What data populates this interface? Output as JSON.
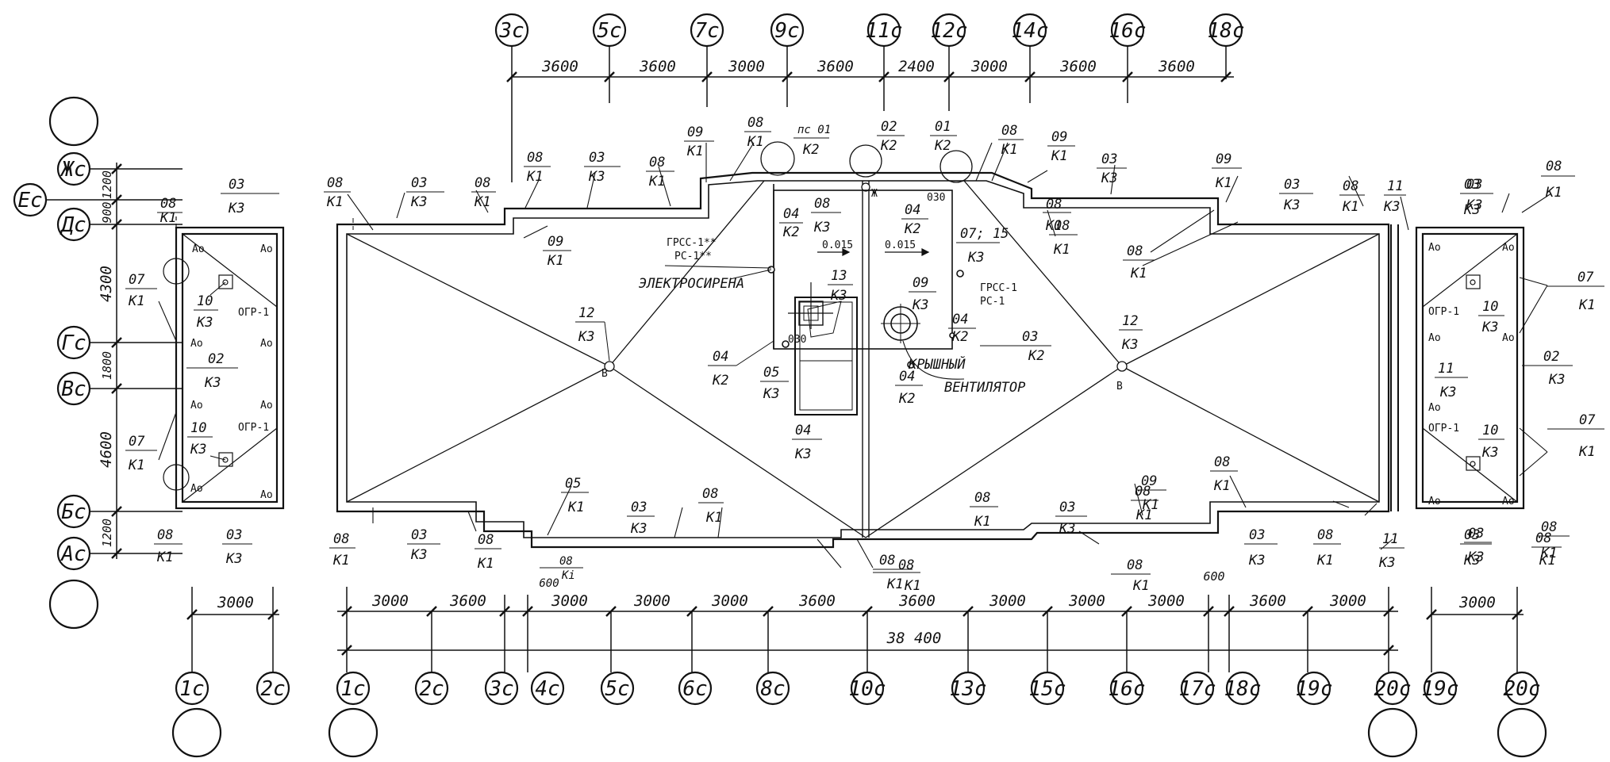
{
  "colors": {
    "ink": "#111111",
    "paper": "#ffffff"
  },
  "top_axes": [
    "3c",
    "5c",
    "7c",
    "9c",
    "11c",
    "12c",
    "14c",
    "16c",
    "18c"
  ],
  "top_dims": [
    "3600",
    "3600",
    "3000",
    "3600",
    "2400",
    "3000",
    "3600",
    "3600"
  ],
  "left_axes": [
    "Жc",
    "Еc",
    "Дc",
    "Гc",
    "Вc",
    "Бc",
    "Аc"
  ],
  "left_dims": [
    "1200",
    "900",
    "4300",
    "1800",
    "4600",
    "1200"
  ],
  "bottom_axes_left": [
    "1c",
    "2c"
  ],
  "bottom_dim_left": "3000",
  "bottom_axes_main": [
    "1c",
    "2c",
    "3c",
    "4c",
    "5c",
    "6c",
    "8c",
    "10c",
    "13c",
    "15c",
    "16c",
    "17c",
    "18c",
    "19c",
    "20c"
  ],
  "bottom_dims_main": [
    "3000",
    "3600",
    "600",
    "3000",
    "3000",
    "3000",
    "3600",
    "3600",
    "3000",
    "3000",
    "3000",
    "600",
    "3600",
    "3000"
  ],
  "bottom_total": "38 400",
  "bottom_axes_right": [
    "19c",
    "20c"
  ],
  "bottom_dim_right": "3000",
  "tags": {
    "t01": [
      "08",
      "К1"
    ],
    "t02": [
      "03",
      "К3"
    ],
    "t03": [
      "08",
      "К1"
    ],
    "t04": [
      "08",
      "К1"
    ],
    "t05": [
      "03",
      "К3"
    ],
    "t06": [
      "08",
      "К1"
    ],
    "t07": [
      "09",
      "К1"
    ],
    "t08": [
      "08",
      "К1"
    ],
    "t09": [
      "пс 01",
      "К2"
    ],
    "t10": [
      "02",
      "К2"
    ],
    "t11": [
      "01",
      "К2"
    ],
    "t12": [
      "08",
      "К1"
    ],
    "t13": [
      "09",
      "К1"
    ],
    "t14": [
      "03",
      "К3"
    ],
    "t15": [
      "09",
      "К1"
    ],
    "t16": [
      "03",
      "К3"
    ],
    "t17": [
      "08",
      "К1"
    ],
    "t18": [
      "11",
      "К3"
    ],
    "t19": [
      "03",
      "К3"
    ],
    "t20": [
      "08",
      "К1"
    ],
    "t21": [
      "09",
      "К1"
    ],
    "t22": [
      "08",
      "К3"
    ],
    "t23": [
      "04",
      "К2"
    ],
    "t24": [
      "04",
      "К2"
    ],
    "t25": [
      "07; 15",
      "К3"
    ],
    "t26": [
      "08",
      "К1"
    ],
    "t27": [
      "08",
      "К1"
    ],
    "t28": [
      "12",
      "К3"
    ],
    "t29": [
      "12",
      "К3"
    ],
    "t30": [
      "13",
      "К3"
    ],
    "t31": [
      "09",
      "К3"
    ],
    "t32": [
      "04",
      "К2"
    ],
    "t33": [
      "05",
      "К3"
    ],
    "t34": [
      "04",
      "К3"
    ],
    "t35": [
      "04",
      "К2"
    ],
    "t36": [
      "04",
      "К2"
    ],
    "t37": [
      "03",
      "К2"
    ],
    "t38": [
      "05",
      "К1"
    ],
    "t39": [
      "03",
      "К3"
    ],
    "t40": [
      "08",
      "К1"
    ],
    "t41": [
      "08",
      "К1"
    ],
    "t42": [
      "03",
      "К3"
    ],
    "t43": [
      "08",
      "К1"
    ],
    "t44": [
      "08",
      "К1"
    ],
    "t45": [
      "08",
      "К1"
    ],
    "t46": [
      "03",
      "К3"
    ],
    "t47": [
      "08",
      "К1"
    ],
    "t48": [
      "09",
      "К1"
    ],
    "t49": [
      "08",
      "К1"
    ],
    "t50": [
      "03",
      "К3"
    ],
    "t51": [
      "08",
      "К1"
    ],
    "t52": [
      "11",
      "К3"
    ],
    "t53": [
      "03",
      "К3"
    ],
    "t54": [
      "08",
      "К1"
    ],
    "t55": [
      "08",
      "Кi"
    ],
    "t56": [
      "08",
      "К1"
    ],
    "t57": [
      "08",
      "К1"
    ],
    "t58": [
      "03",
      "К3"
    ],
    "t59": [
      "07",
      "К1"
    ],
    "t60": [
      "10",
      "К3"
    ],
    "t61": [
      "02",
      "К3"
    ],
    "t62": [
      "10",
      "К3"
    ],
    "t63": [
      "07",
      "К1"
    ],
    "t64": [
      "08",
      "К1"
    ],
    "t65": [
      "03",
      "К3"
    ],
    "t66": [
      "03",
      "К3"
    ],
    "t67": [
      "07",
      "К1"
    ],
    "t68": [
      "10",
      "К3"
    ],
    "t69": [
      "02",
      "К3"
    ],
    "t70": [
      "11",
      "К3"
    ],
    "t71": [
      "10",
      "К3"
    ],
    "t72": [
      "07",
      "К1"
    ],
    "t73": [
      "08",
      "К1"
    ],
    "t74": [
      "03",
      "К3"
    ],
    "t75": [
      "08",
      "К1"
    ],
    "t76": [
      "08",
      "К1"
    ]
  },
  "labels": {
    "ogr": "ОГР-1",
    "ao": "Ао",
    "grss_top": "ГРСС-1**",
    "rs_top": "РС-1**",
    "grss_right": "ГРСС-1",
    "rs_right": "РС-1",
    "siren": "ЭЛЕКТРОСИРЕНА",
    "slope": "0.015",
    "d030": "030",
    "fan1": "КРЫШНЫЙ",
    "fan2": "ВЕНТИЛЯТОР",
    "b": "В",
    "zh": "Ж"
  }
}
